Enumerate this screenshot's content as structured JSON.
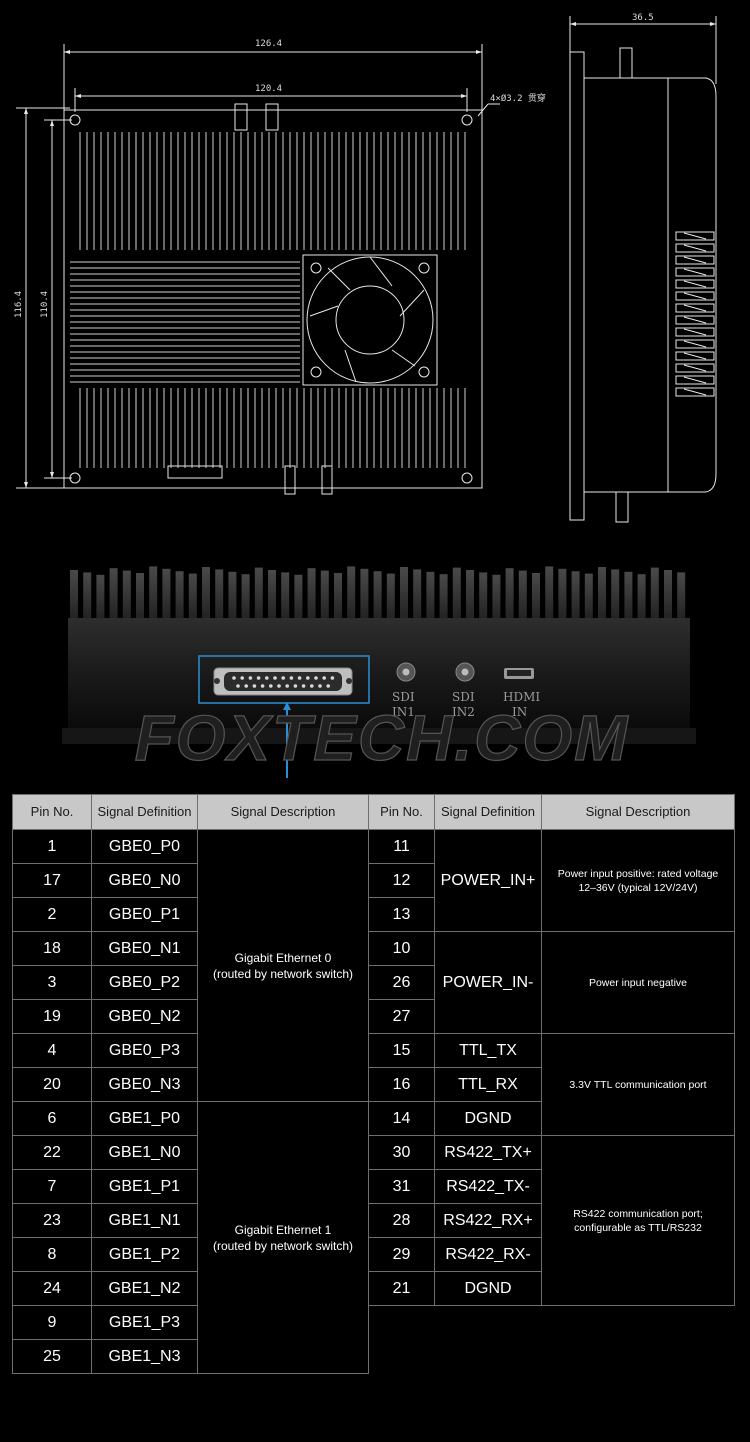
{
  "drawing": {
    "dims": {
      "outer_width": "126.4",
      "hole_width": "120.4",
      "outer_height": "116.4",
      "hole_height": "110.4",
      "depth": "36.5",
      "holes": "4×Ø3.2 贯穿"
    }
  },
  "device": {
    "ports": [
      {
        "label_1": "SDI",
        "label_2": "IN1"
      },
      {
        "label_1": "SDI",
        "label_2": "IN2"
      },
      {
        "label_1": "HDMI",
        "label_2": "IN"
      }
    ],
    "watermark": "FOXTECH.COM"
  },
  "table_left": {
    "headers": [
      "Pin No.",
      "Signal Definition",
      "Signal Description"
    ],
    "rows": [
      {
        "pin": "1",
        "signal": "GBE0_P0"
      },
      {
        "pin": "17",
        "signal": "GBE0_N0"
      },
      {
        "pin": "2",
        "signal": "GBE0_P1"
      },
      {
        "pin": "18",
        "signal": "GBE0_N1"
      },
      {
        "pin": "3",
        "signal": "GBE0_P2"
      },
      {
        "pin": "19",
        "signal": "GBE0_N2"
      },
      {
        "pin": "4",
        "signal": "GBE0_P3"
      },
      {
        "pin": "20",
        "signal": "GBE0_N3"
      },
      {
        "pin": "6",
        "signal": "GBE1_P0"
      },
      {
        "pin": "22",
        "signal": "GBE1_N0"
      },
      {
        "pin": "7",
        "signal": "GBE1_P1"
      },
      {
        "pin": "23",
        "signal": "GBE1_N1"
      },
      {
        "pin": "8",
        "signal": "GBE1_P2"
      },
      {
        "pin": "24",
        "signal": "GBE1_N2"
      },
      {
        "pin": "9",
        "signal": "GBE1_P3"
      },
      {
        "pin": "25",
        "signal": "GBE1_N3"
      }
    ],
    "descriptions": [
      {
        "line1": "Gigabit Ethernet 0",
        "line2": "(routed by network switch)"
      },
      {
        "line1": "Gigabit Ethernet 1",
        "line2": "(routed by network switch)"
      }
    ]
  },
  "table_right": {
    "headers": [
      "Pin No.",
      "Signal Definition",
      "Signal Description"
    ],
    "pins": [
      "11",
      "12",
      "13",
      "10",
      "26",
      "27",
      "15",
      "16",
      "14",
      "30",
      "31",
      "28",
      "29",
      "21"
    ],
    "signals": {
      "power_in_pos": "POWER_IN+",
      "power_in_neg": "POWER_IN-",
      "ttl_tx": "TTL_TX",
      "ttl_rx": "TTL_RX",
      "dgnd_1": "DGND",
      "rs422_tx_pos": "RS422_TX+",
      "rs422_tx_neg": "RS422_TX-",
      "rs422_rx_pos": "RS422_RX+",
      "rs422_rx_neg": "RS422_RX-",
      "dgnd_2": "DGND"
    },
    "descriptions": {
      "power_pos_1": "Power input positive: rated voltage",
      "power_pos_2": "12–36V (typical 12V/24V)",
      "power_neg": "Power input negative",
      "ttl": "3.3V TTL communication port",
      "rs422_1": "RS422 communication port;",
      "rs422_2": "configurable as TTL/RS232"
    }
  }
}
